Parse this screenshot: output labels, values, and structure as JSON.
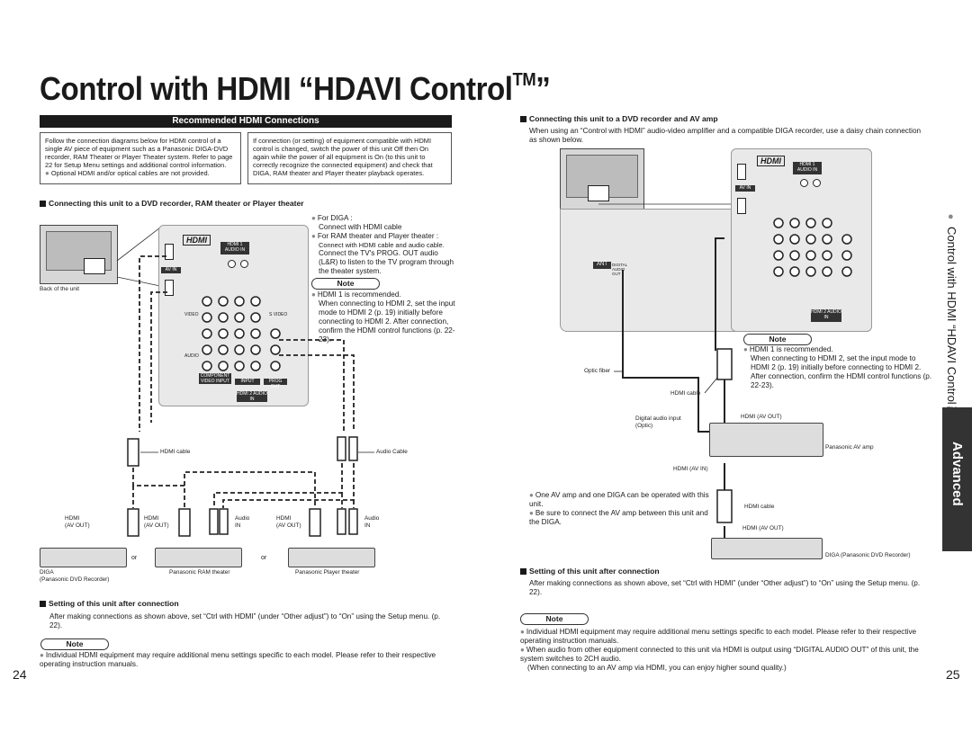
{
  "title": {
    "main": "Control with HDMI “HDAVI Control",
    "tm": "TM",
    "close_quote": "”"
  },
  "left": {
    "section_bar": "Recommended HDMI Connections",
    "intro_left": "Follow the connection diagrams below for HDMI control of a single AV piece of equipment such as a Panasonic DIGA-DVD recorder, RAM Theater or Player Theater system. Refer to page 22 for Setup Menu settings and additional control information.",
    "intro_left_bullet": "Optional HDMI and/or optical cables are not provided.",
    "intro_right": "If connection (or setting) of equipment compatible with HDMI control is changed, switch the power of this unit Off then On again while the power of all equipment is On (to this unit to correctly recognize the connected equipment) and check that DIGA, RAM theater and Player theater playback operates.",
    "heading": "Connecting this unit to a DVD recorder, RAM theater or Player theater",
    "back_of_unit": "Back of the unit",
    "notes_top": {
      "diga_head": "For DIGA :",
      "diga_body": "Connect with HDMI cable",
      "ram_head": "For RAM theater and Player theater :",
      "ram_body1": "Connect with HDMI cable and audio cable.",
      "ram_body2": "Connect the TV's PROG. OUT audio (L&R) to listen to the TV program through the theater system."
    },
    "note_label": "Note",
    "note_hdmi1": "HDMI 1 is recommended.",
    "note_hdmi1_body": "When connecting to HDMI 2, set the input mode to HDMI 2 (p. 19) initially before connecting to HDMI 2. After connection, confirm the HDMI control functions (p. 22-23).",
    "panel": {
      "hdmi_logo": "HDMI",
      "hdmi1": "HDMI 1",
      "audio_in": "AUDIO IN",
      "av_in": "AV IN",
      "video": "VIDEO",
      "s_video": "S VIDEO",
      "audio": "AUDIO",
      "component": "COMPONENT VIDEO INPUT",
      "input": "INPUT",
      "prog_out": "PROG OUT",
      "hdmi2": "HDMI 2 AUDIO IN",
      "n1": "1",
      "n2": "2"
    },
    "hdmi_cable": "HDMI cable",
    "audio_cable": "Audio Cable",
    "conn1": {
      "name": "HDMI",
      "sub": "(AV OUT)"
    },
    "conn2": {
      "name": "HDMI",
      "sub": "(AV OUT)"
    },
    "conn3": {
      "name": "Audio",
      "sub": "IN"
    },
    "conn4": {
      "name": "HDMI",
      "sub": "(AV OUT)"
    },
    "conn5": {
      "name": "Audio",
      "sub": "IN"
    },
    "or": "or",
    "dev_diga": "DIGA",
    "dev_diga_sub": "(Panasonic DVD Recorder)",
    "dev_ram": "Panasonic RAM theater",
    "dev_player": "Panasonic Player theater",
    "setting_heading": "Setting of this unit after connection",
    "setting_body": "After making connections as shown above, set “Ctrl with HDMI” (under “Other adjust”) to “On” using the Setup menu. (p. 22).",
    "note2_label": "Note",
    "note2_body": "Individual HDMI equipment may require additional menu settings specific to each model. Please refer to their respective operating instruction manuals.",
    "page_number": "24"
  },
  "right": {
    "heading": "Connecting this unit to a DVD recorder and AV amp",
    "intro": "When using an “Control with HDMI” audio-video amplifier and a compatible DIGA recorder, use a daisy chain connection as shown below.",
    "ant": "ANT",
    "digital_out": "DIGITAL AUDIO OUT",
    "optic_fiber": "Optic fiber",
    "hdmi_cable": "HDMI cable",
    "digital_audio_input": "Digital audio input",
    "optic": "(Optic)",
    "hdmi_av_out": "HDMI (AV OUT)",
    "panasonic_av_amp": "Panasonic AV amp",
    "hdmi_av_in": "HDMI (AV IN)",
    "hdmi_cable2": "HDMI cable",
    "hdmi_av_out2": "HDMI (AV OUT)",
    "diga_recorder": "DIGA (Panasonic DVD Recorder)",
    "bullet1": "One AV amp and one DIGA can be operated with this unit.",
    "bullet2": "Be sure to connect the AV amp between this unit and the DIGA.",
    "note_label": "Note",
    "note_hdmi1": "HDMI 1 is recommended.",
    "note_hdmi1_body": "When connecting to HDMI 2, set the input mode to HDMI 2 (p. 19) initially before connecting to HDMI 2. After connection, confirm the HDMI control functions (p. 22-23).",
    "setting_heading": "Setting of this unit after connection",
    "setting_body": "After making connections as shown above, set “Ctrl with HDMI” (under “Other adjust”) to “On” using the Setup menu. (p. 22).",
    "note2_label": "Note",
    "note2_b1": "Individual HDMI equipment may require additional menu settings specific to each model. Please refer to their respective operating instruction manuals.",
    "note2_b2": "When audio from other equipment connected to this unit via HDMI is output using “DIGITAL AUDIO OUT” of this unit, the system switches to 2CH audio.",
    "note2_b3": "(When connecting to an AV amp via HDMI, you can enjoy higher sound quality.)",
    "page_number": "25"
  },
  "side": {
    "vertical_title": "Control with HDMI “HDAVI Control™”",
    "tab": "Advanced"
  }
}
